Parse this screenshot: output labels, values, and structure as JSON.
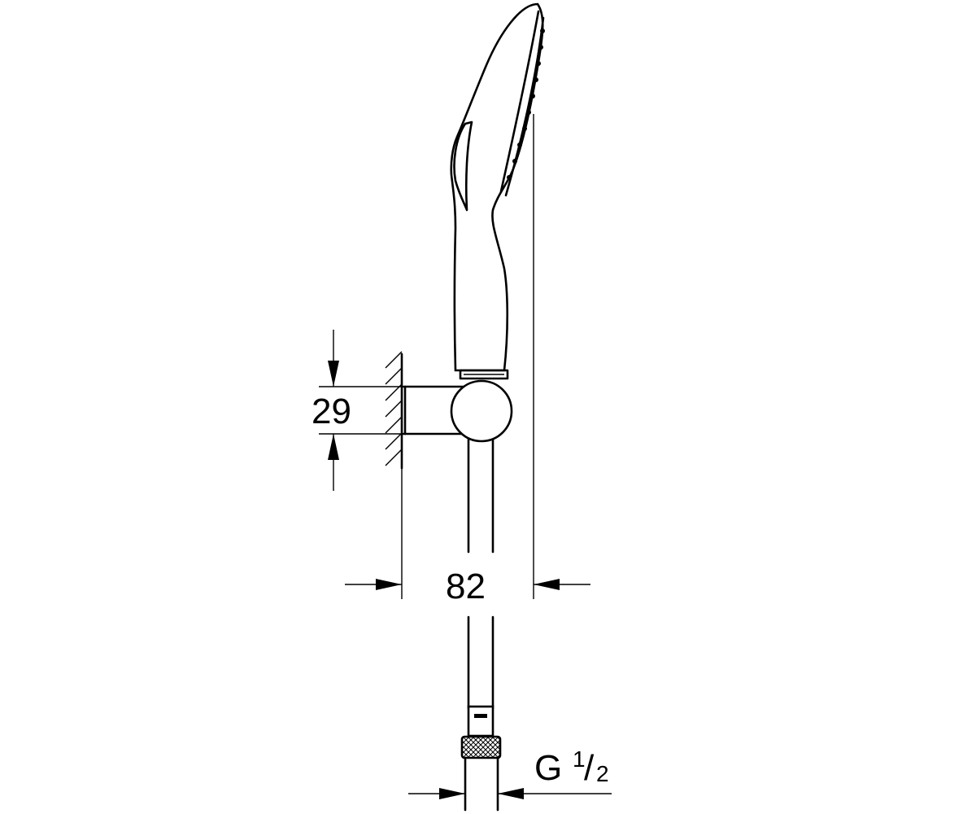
{
  "dimensions": {
    "holder_height": "29",
    "overall_depth": "82",
    "thread_prefix": "G",
    "thread_numerator": "1",
    "thread_slash": "/",
    "thread_denominator": "2"
  },
  "colors": {
    "line": "#000000",
    "background": "#ffffff"
  }
}
